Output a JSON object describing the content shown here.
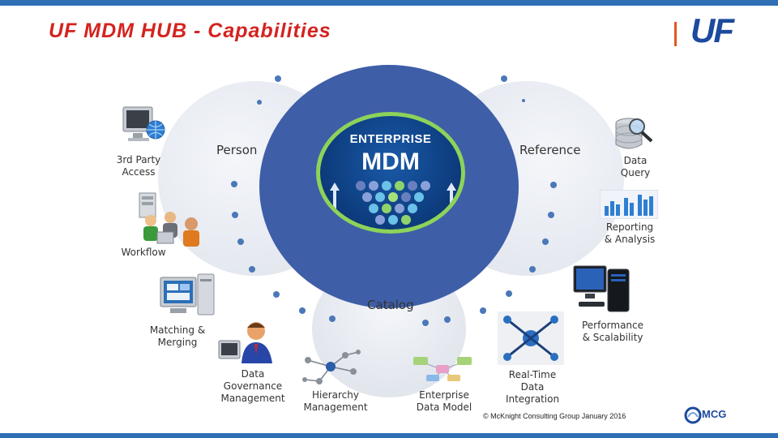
{
  "slide": {
    "title": "UF MDM HUB - Capabilities",
    "logo_text": "UF",
    "copyright": "© McKnight Consulting Group January 2016",
    "vendor_logo": "MCG"
  },
  "hub": {
    "center_label_top": "ENTERPRISE",
    "center_label_main": "MDM",
    "domains": [
      "Person",
      "Reference",
      "Catalog"
    ]
  },
  "capabilities": [
    {
      "label_html": "3rd Party",
      "label_line2": "Access",
      "icon": "computer-globe-icon"
    },
    {
      "label": "Workflow",
      "icon": "people-workflow-icon"
    },
    {
      "label_line1": "Matching &",
      "label_line2": "Merging",
      "icon": "desktop-computer-icon"
    },
    {
      "label_line1": "Data",
      "label_line2": "Governance",
      "label_line3": "Management",
      "icon": "business-person-icon"
    },
    {
      "label_line1": "Hierarchy",
      "label_line2": "Management",
      "icon": "network-nodes-icon"
    },
    {
      "label_line1": "Enterprise",
      "label_line2": "Data Model",
      "icon": "data-model-icon"
    },
    {
      "label_line1": "Real-Time",
      "label_line2": "Data",
      "label_line3": "Integration",
      "icon": "integration-arrows-icon"
    },
    {
      "label_line1": "Performance",
      "label_line2": "& Scalability",
      "icon": "workstation-icon"
    },
    {
      "label_line1": "Reporting",
      "label_line2": "& Analysis",
      "icon": "bar-chart-icon"
    },
    {
      "label": "Data Query",
      "icon": "database-search-icon"
    }
  ],
  "colors": {
    "accent_red": "#d4231f",
    "brand_blue": "#2e6fb5",
    "hub_blue": "#3f5ea8",
    "dot_blue": "#4a78b8"
  }
}
